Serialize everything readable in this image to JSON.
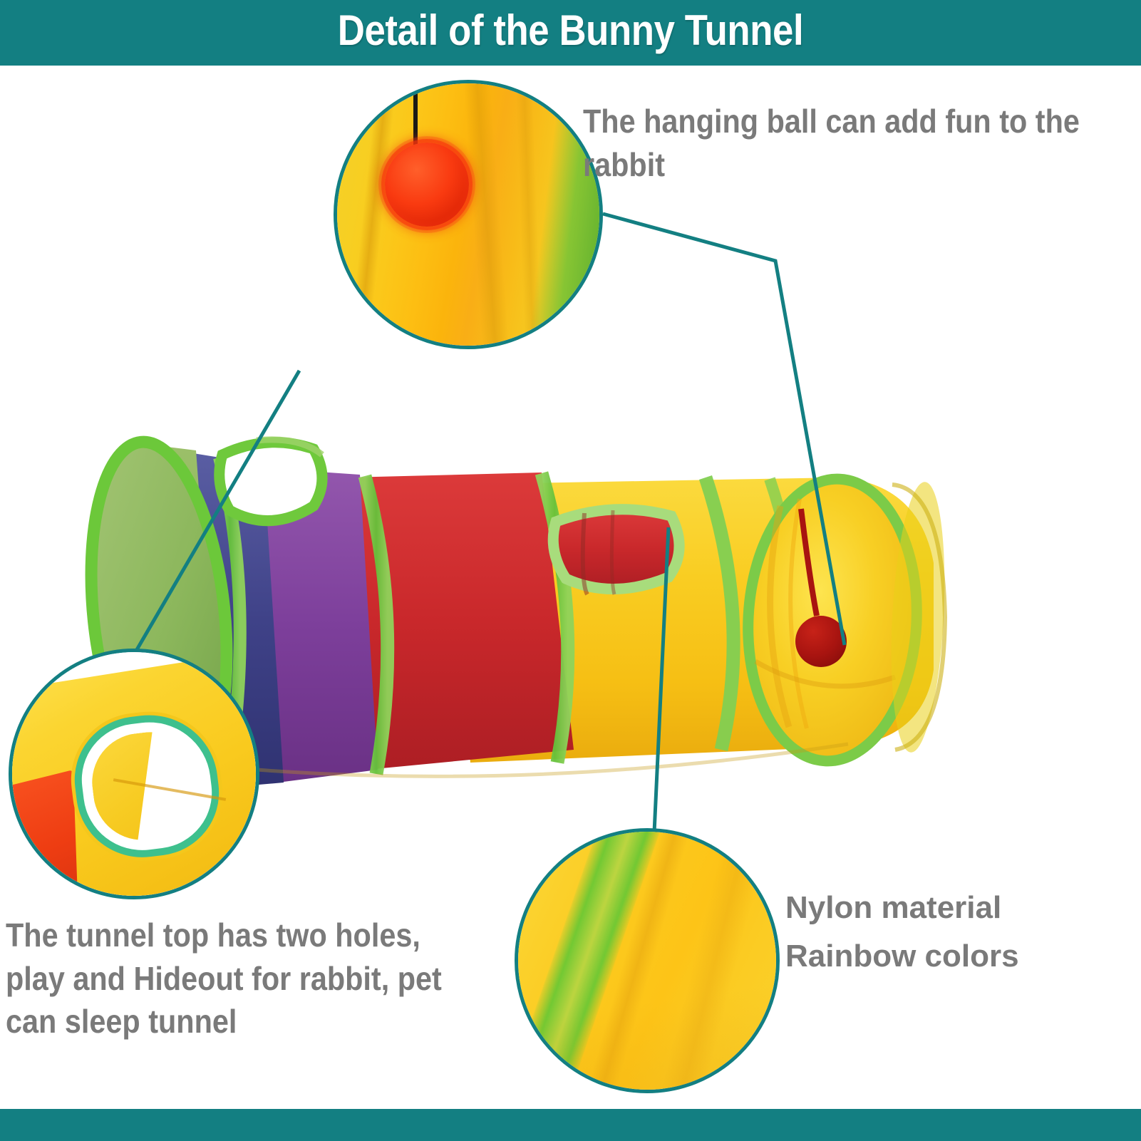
{
  "header": {
    "title": "Detail of the Bunny Tunnel",
    "bg_color": "#137f82",
    "text_color": "#ffffff"
  },
  "footer": {
    "bg_color": "#137f82"
  },
  "theme": {
    "accent_teal": "#137f82",
    "callout_text_gray": "#7a7a7a",
    "background": "#ffffff"
  },
  "callouts": [
    {
      "id": "hanging-ball",
      "text": "The hanging ball can add fun to the rabbit",
      "points_to": "red pom-pom ball hanging inside the right tunnel opening"
    },
    {
      "id": "tunnel-holes",
      "text": "The tunnel top has two holes, play and Hideout for rabbit, pet can sleep tunnel",
      "points_to": "green-trimmed hole on the tunnel top"
    },
    {
      "id": "material",
      "line1": "Nylon material",
      "line2": "Rainbow colors",
      "points_to": "yellow nylon panel of the tunnel"
    }
  ],
  "zoom_circles": [
    {
      "id": "circle-hanging-ball",
      "caption_ref": "hanging-ball",
      "content": "close-up of yellow tunnel interior with red pom-pom ball on a black string",
      "ring_color": "#137f82"
    },
    {
      "id": "circle-tunnel-hole",
      "caption_ref": "tunnel-holes",
      "content": "close-up of yellow tunnel with green-trimmed square hole and red panel",
      "ring_color": "#137f82"
    },
    {
      "id": "circle-nylon-seam",
      "caption_ref": "material",
      "content": "close-up of yellow nylon fabric with green rib seam",
      "ring_color": "#137f82"
    }
  ],
  "product": {
    "name": "Bunny Tunnel",
    "panel_colors": [
      "#7aa84b",
      "#3c3f86",
      "#7b3f96",
      "#c8272d",
      "#f5c518"
    ],
    "rib_color": "#6cc83a",
    "ball_color": "#a81410",
    "hole_count": 2
  }
}
